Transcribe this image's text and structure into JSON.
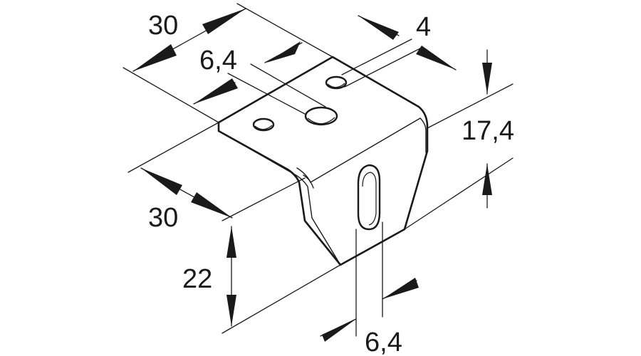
{
  "drawing": {
    "colors": {
      "line": "#1a1a1a",
      "background": "#ffffff"
    },
    "dimensions": {
      "top_width": "30",
      "top_hole": "6,4",
      "small_hole": "4",
      "right_height": "17,4",
      "side_width": "30",
      "side_height": "22",
      "slot_width": "6,4"
    }
  }
}
